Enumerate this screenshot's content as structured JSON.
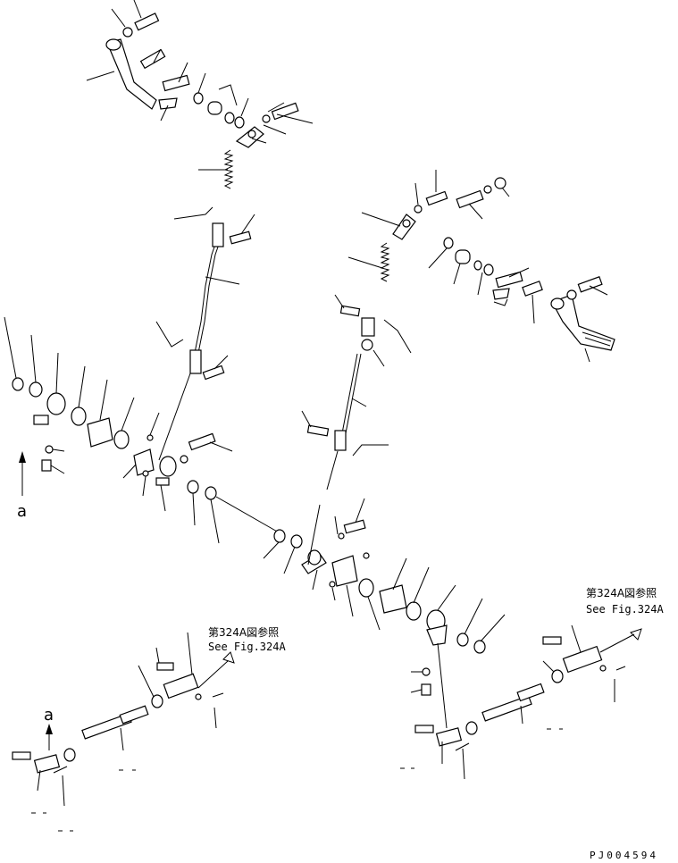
{
  "references": {
    "left": {
      "jp": "第324A図参照",
      "en": "See Fig.324A"
    },
    "right": {
      "jp": "第324A図参照",
      "en": "See Fig.324A"
    }
  },
  "view_markers": {
    "upper": "a",
    "lower": "a"
  },
  "drawing_code": "PJ004594"
}
